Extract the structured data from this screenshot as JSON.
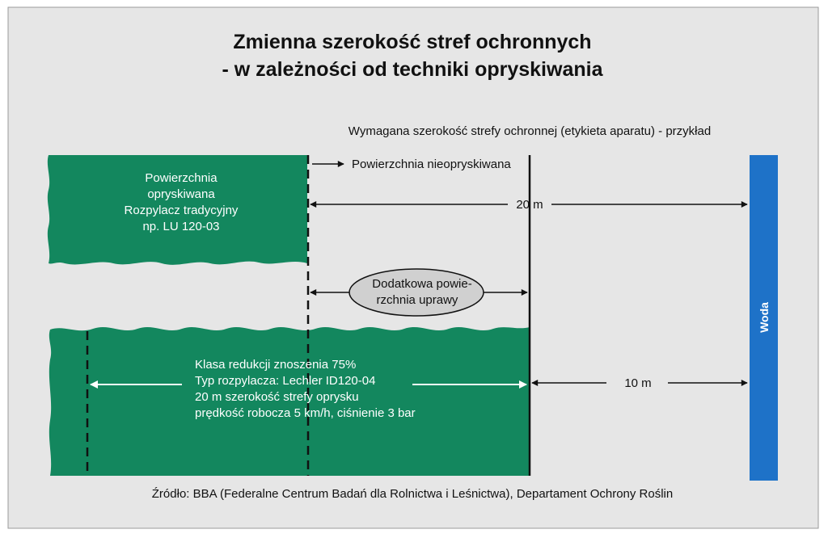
{
  "title": {
    "line1": "Zmienna szerokość stref ochronnych",
    "line2": "- w zależności od techniki opryskiwania"
  },
  "header_label": "Wymagana szerokość strefy ochronnej (etykieta aparatu) - przykład",
  "upper_field": {
    "lines": [
      "Powierzchnia",
      "opryskiwana",
      "Rozpylacz tradycyjny",
      "np. LU 120-03"
    ]
  },
  "unsprayed_label": "Powierzchnia nieopryskiwana",
  "distance_upper": "20 m",
  "additional_area": {
    "lines": [
      "Dodatkowa powie-",
      "rzchnia uprawy"
    ]
  },
  "lower_field": {
    "lines": [
      "Klasa redukcji znoszenia 75%",
      "Typ rozpylacza: Lechler ID120-04",
      "20 m szerokość strefy oprysku",
      "prędkość robocza 5 km/h, ciśnienie  3 bar"
    ]
  },
  "distance_lower": "10 m",
  "water_label": "Woda",
  "source": "Źródło: BBA (Federalne Centrum Badań dla Rolnictwa i Leśnictwa), Departament Ochrony Roślin",
  "colors": {
    "background": "#e6e6e6",
    "field_green": "#13875e",
    "water_blue": "#1e72c8",
    "ellipse_gray": "#d0d0d0",
    "text_dark": "#111111"
  }
}
